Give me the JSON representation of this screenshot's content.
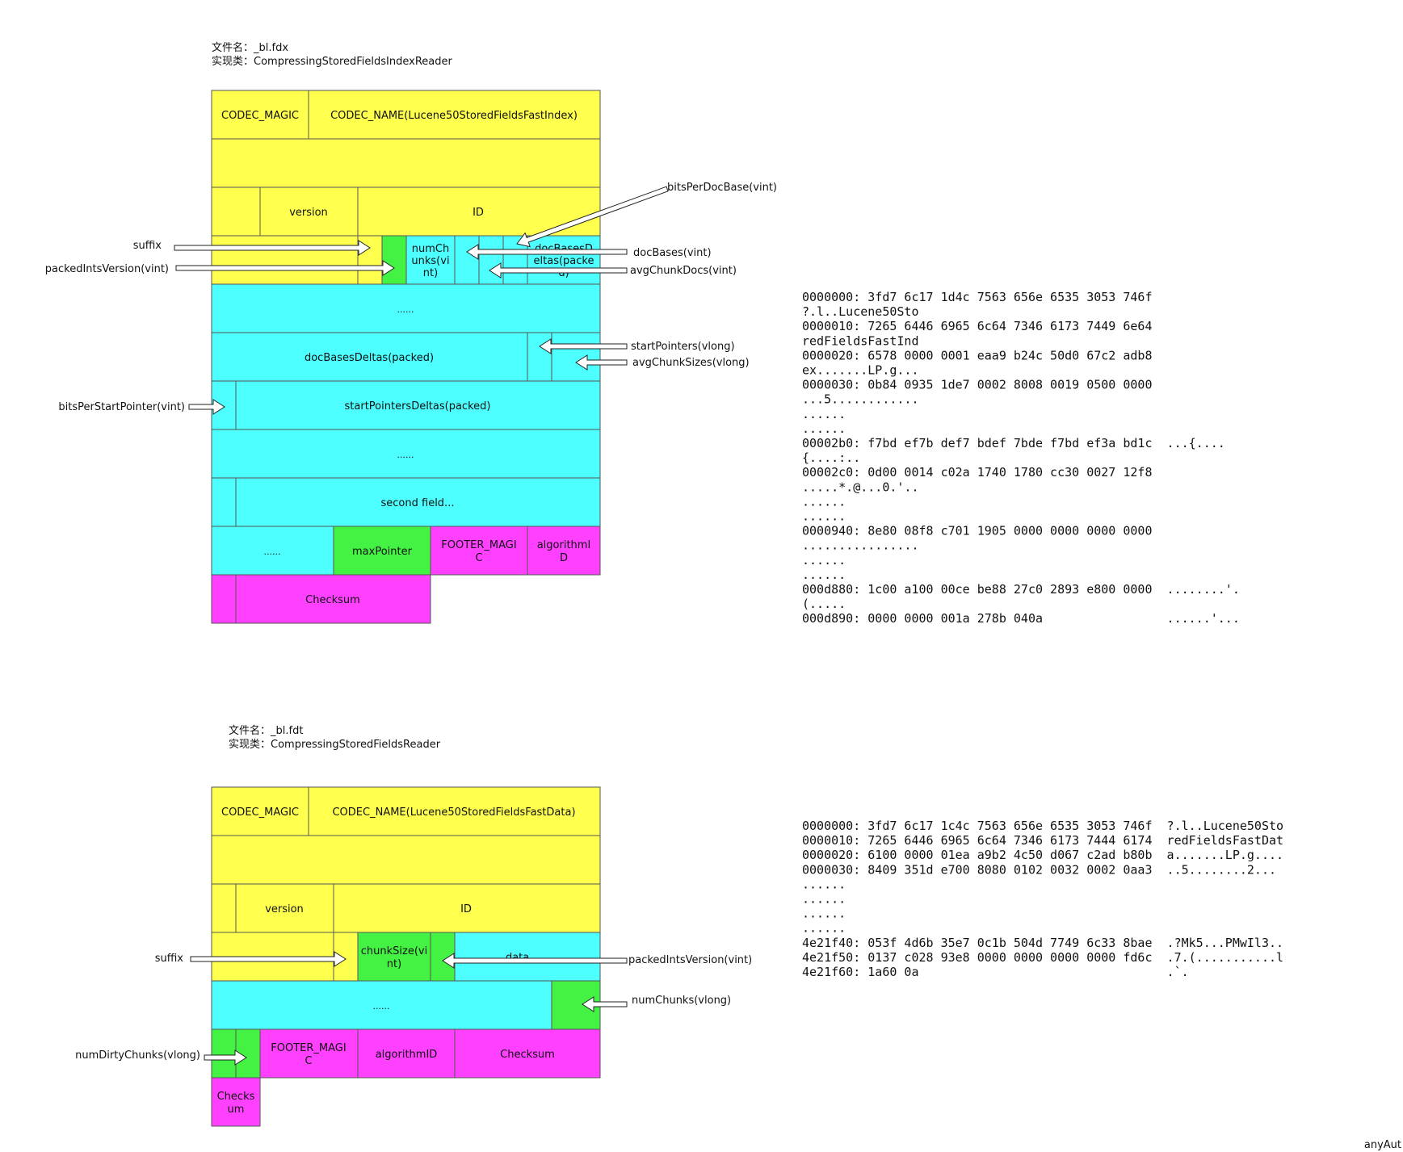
{
  "colors": {
    "yellow": "#ffff4d",
    "cyan": "#4dffff",
    "green": "#44f244",
    "magenta": "#ff40ff",
    "stroke": "#555555"
  },
  "fdx": {
    "header": [
      "文件名：_bl.fdx",
      "实现类：CompressingStoredFieldsIndexReader"
    ],
    "cells": {
      "codec_magic": "CODEC_MAGIC",
      "codec_name": "CODEC_NAME(Lucene50StoredFieldsFastIndex)",
      "version": "version",
      "id": "ID",
      "num_chunks": [
        "numCh",
        "unks(vi",
        "nt)"
      ],
      "doc_bases_deltas_small": [
        "docBasesD",
        "eltas(packe",
        "d)"
      ],
      "ellipsis_1": "......",
      "doc_bases_deltas": "docBasesDeltas(packed)",
      "start_pointers_deltas": "startPointersDeltas(packed)",
      "ellipsis_2": "......",
      "second_field": "second field...",
      "ellipsis_3": "......",
      "max_pointer": "maxPointer",
      "footer_magic": [
        "FOOTER_MAGI",
        "C"
      ],
      "algorithm_id": [
        "algorithmI",
        "D"
      ],
      "checksum": "Checksum"
    },
    "labels": {
      "bits_per_doc_base": "bitsPerDocBase(vint)",
      "suffix": "suffix",
      "packed_ints_version": "packedIntsVersion(vint)",
      "doc_bases": "docBases(vint)",
      "avg_chunk_docs": "avgChunkDocs(vint)",
      "start_pointers": "startPointers(vlong)",
      "avg_chunk_sizes": "avgChunkSizes(vlong)",
      "bits_per_start_pointer": "bitsPerStartPointer(vint)"
    },
    "hex": [
      "0000000: 3fd7 6c17 1d4c 7563 656e 6535 3053 746f",
      "?.l..Lucene50Sto",
      "0000010: 7265 6446 6965 6c64 7346 6173 7449 6e64",
      "redFieldsFastInd",
      "0000020: 6578 0000 0001 eaa9 b24c 50d0 67c2 adb8",
      "ex.......LP.g...",
      "0000030: 0b84 0935 1de7 0002 8008 0019 0500 0000",
      "...5............",
      "......",
      "......",
      "00002b0: f7bd ef7b def7 bdef 7bde f7bd ef3a bd1c  ...{....",
      "{....:..",
      "00002c0: 0d00 0014 c02a 1740 1780 cc30 0027 12f8",
      ".....*.@...0.'..",
      "......",
      "......",
      "0000940: 8e80 08f8 c701 1905 0000 0000 0000 0000",
      "................",
      "......",
      "......",
      "000d880: 1c00 a100 00ce be88 27c0 2893 e800 0000  ........'.",
      "(.....",
      "000d890: 0000 0000 001a 278b 040a                 ......'..."
    ]
  },
  "fdt": {
    "header": [
      "文件名：_bl.fdt",
      "实现类：CompressingStoredFieldsReader"
    ],
    "cells": {
      "codec_magic": "CODEC_MAGIC",
      "codec_name": "CODEC_NAME(Lucene50StoredFieldsFastData)",
      "version": "version",
      "id": "ID",
      "chunk_size": [
        "chunkSize(vi",
        "nt)"
      ],
      "data": "data......",
      "ellipsis": "......",
      "footer_magic": [
        "FOOTER_MAGI",
        "C"
      ],
      "algorithm_id": "algorithmID",
      "checksum": "Checksum",
      "checksum_small": [
        "Checks",
        "um"
      ]
    },
    "labels": {
      "suffix": "suffix",
      "packed_ints_version": "packedIntsVersion(vint)",
      "num_chunks": "numChunks(vlong)",
      "num_dirty_chunks": "numDirtyChunks(vlong)"
    },
    "hex": [
      "0000000: 3fd7 6c17 1c4c 7563 656e 6535 3053 746f  ?.l..Lucene50Sto",
      "0000010: 7265 6446 6965 6c64 7346 6173 7444 6174  redFieldsFastDat",
      "0000020: 6100 0000 01ea a9b2 4c50 d067 c2ad b80b  a.......LP.g....",
      "0000030: 8409 351d e700 8080 0102 0032 0002 0aa3  ..5........2...",
      "......",
      "......",
      "......",
      "......",
      "4e21f40: 053f 4d6b 35e7 0c1b 504d 7749 6c33 8bae  .?Mk5...PMwIl3..",
      "4e21f50: 0137 c028 93e8 0000 0000 0000 0000 fd6c  .7.(...........l",
      "4e21f60: 1a60 0a                                  .`."
    ]
  },
  "corner_text": "anyAut"
}
